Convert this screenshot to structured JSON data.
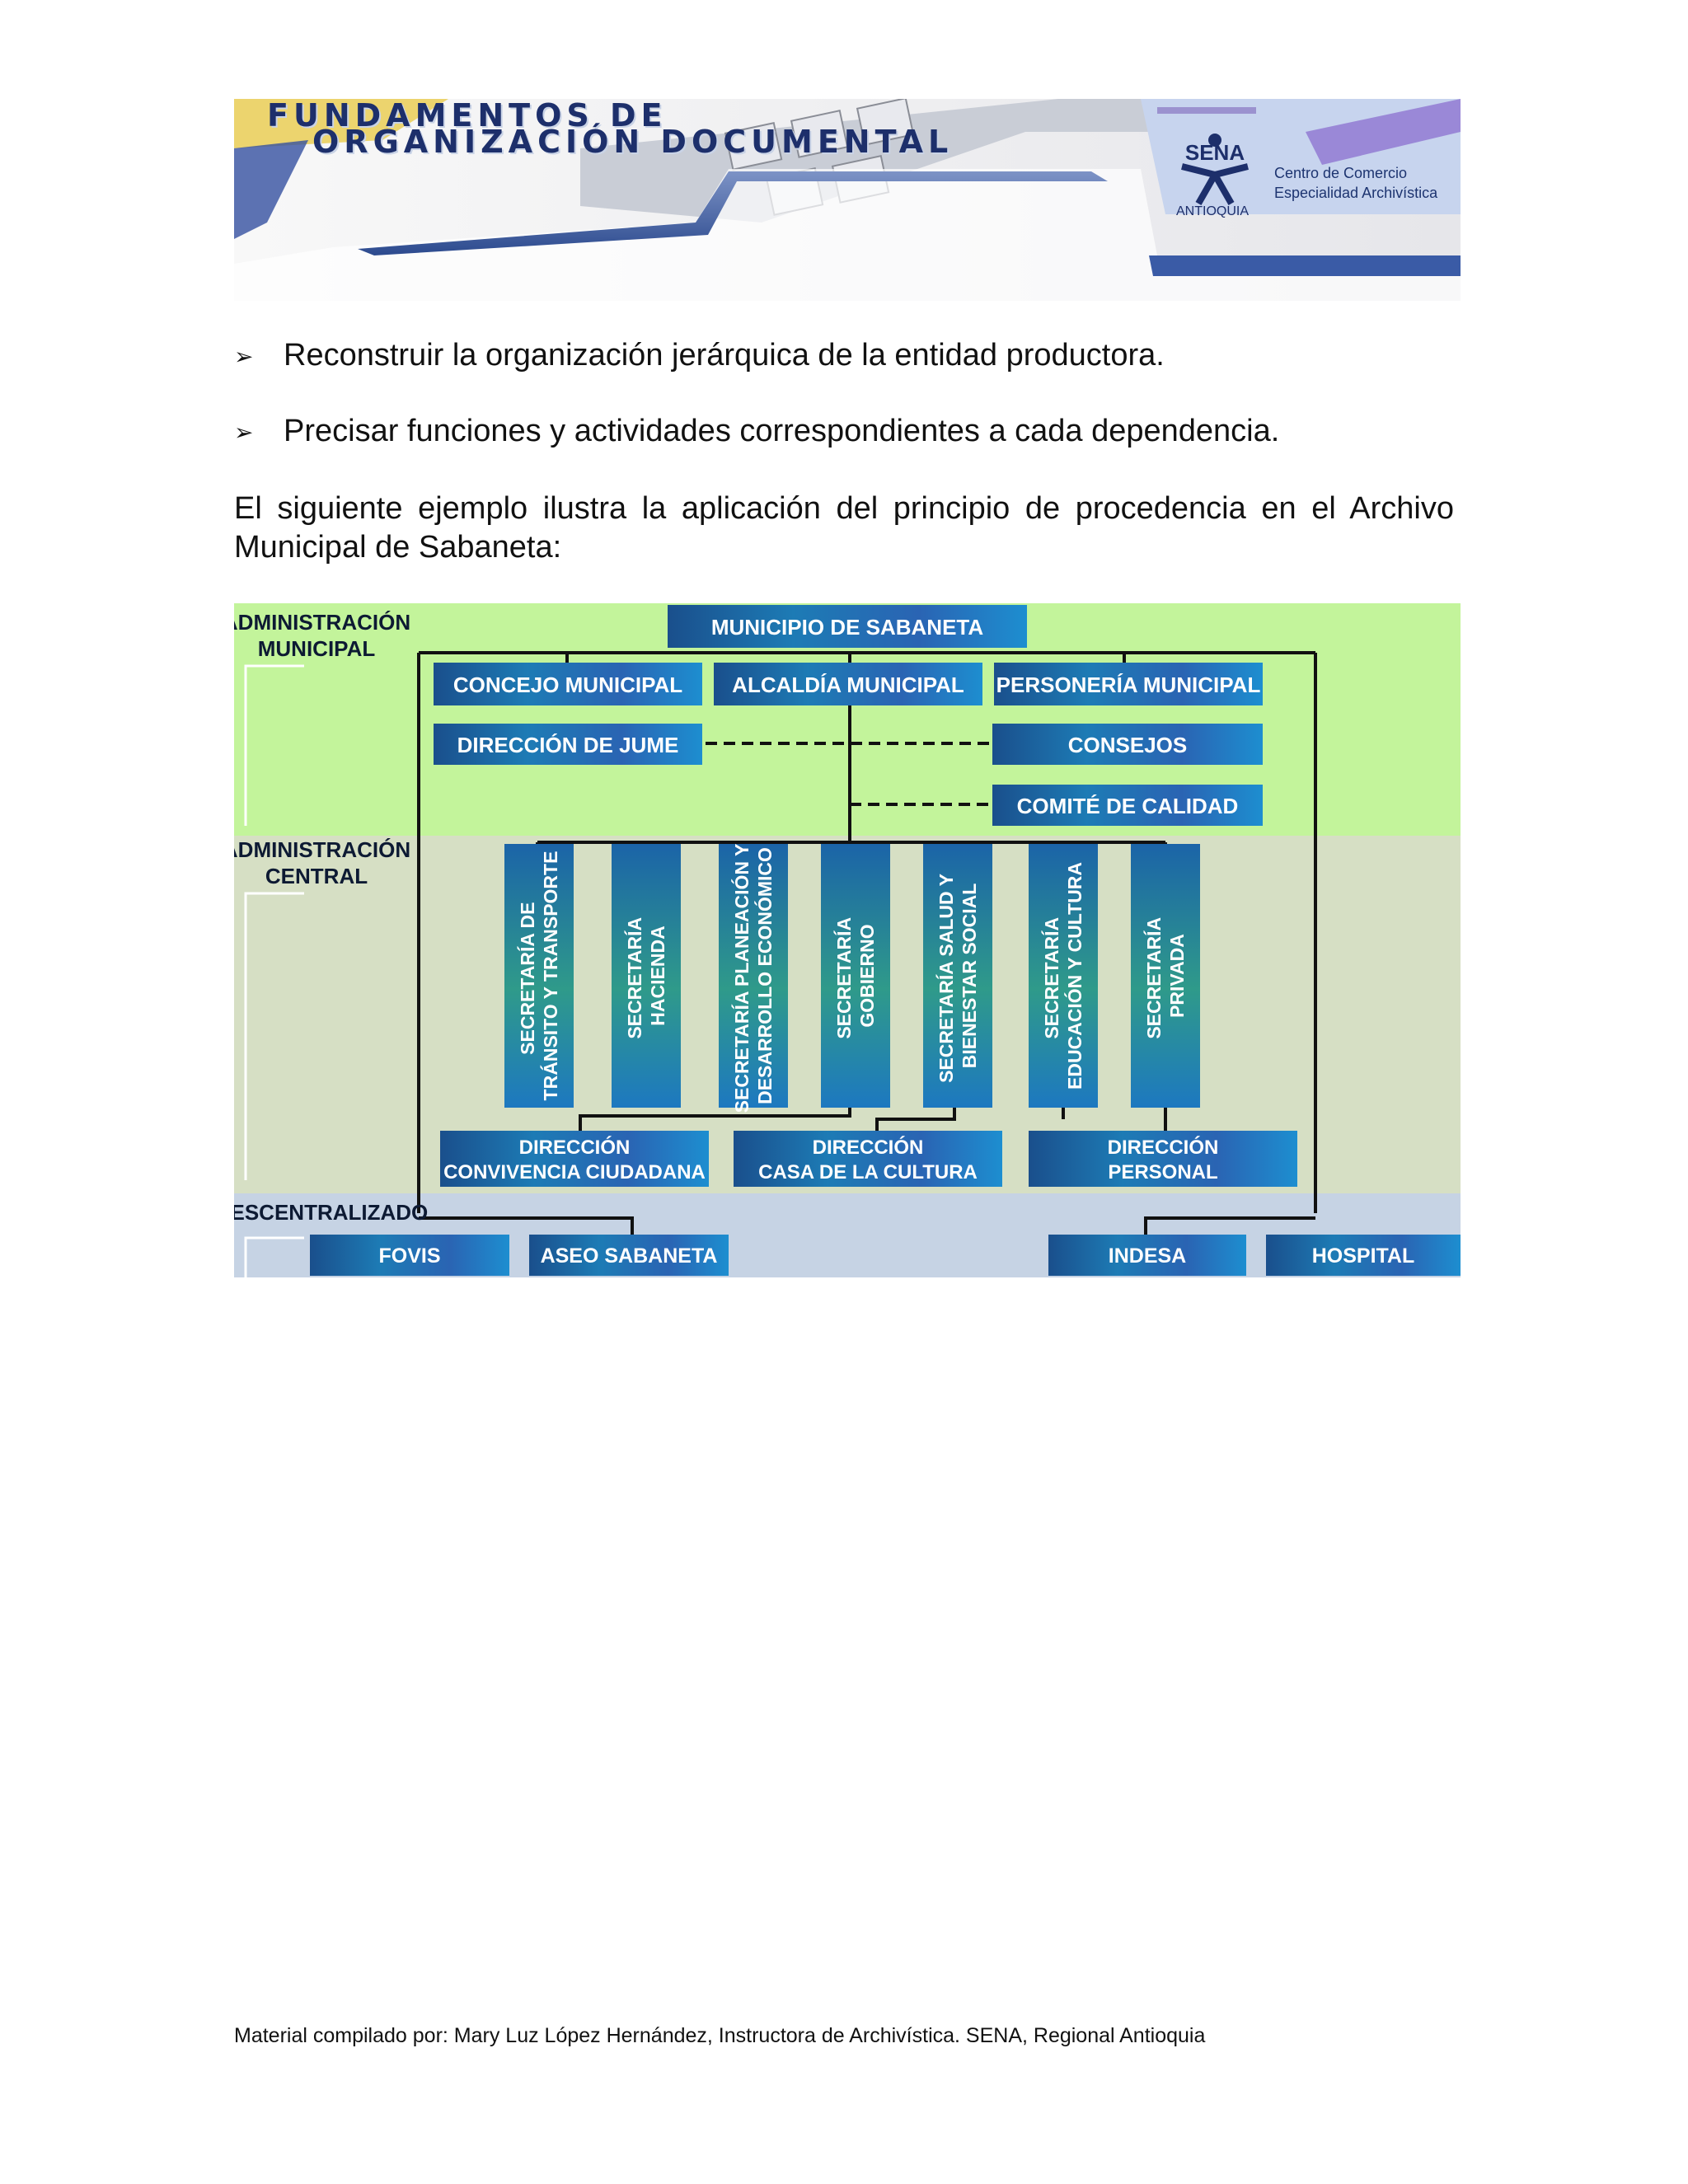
{
  "banner": {
    "title_line1": "FUNDAMENTOS DE",
    "title_line2": "ORGANIZACIÓN DOCUMENTAL",
    "logo_text": "SENA",
    "logo_region": "ANTIOQUIA",
    "center_line1": "Centro de Comercio",
    "center_line2": "Especialidad Archivística"
  },
  "bullets": [
    "Reconstruir la organización jerárquica de la entidad productora.",
    "Precisar funciones y actividades correspondientes a cada dependencia."
  ],
  "paragraph": "El siguiente ejemplo ilustra la aplicación del principio de procedencia en el Archivo Municipal de Sabaneta:",
  "org_chart": {
    "sections": {
      "municipal": "ADMINISTRACIÓN MUNICIPAL",
      "central": "ADMINISTRACIÓN CENTRAL",
      "decentralized": "DESCENTRALIZADO"
    },
    "root": "MUNICIPIO DE SABANETA",
    "level1": [
      "CONCEJO MUNICIPAL",
      "ALCALDÍA MUNICIPAL",
      "PERSONERÍA MUNICIPAL"
    ],
    "direccion_jume": "DIRECCIÓN DE JUME",
    "consejos": "CONSEJOS",
    "comite": "COMITÉ DE CALIDAD",
    "secretarias": [
      "SECRETARÍA DE TRÁNSITO Y TRANSPORTE",
      "SECRETARÍA HACIENDA",
      "SECRETARÍA PLANEACIÓN Y DESARROLLO ECONÓMICO",
      "SECRETARÍA GOBIERNO",
      "SECRETARÍA SALUD Y BIENESTAR SOCIAL",
      "SECRETARÍA EDUCACIÓN Y CULTURA",
      "SECRETARÍA PRIVADA"
    ],
    "direcciones": [
      "DIRECCIÓN CONVIVENCIA CIUDADANA",
      "DIRECCIÓN CASA DE LA CULTURA",
      "DIRECCIÓN PERSONAL"
    ],
    "descentralizadas": [
      "FOVIS",
      "ASEO SABANETA",
      "INDESA",
      "HOSPITAL"
    ]
  },
  "footer": "Material compilado por: Mary Luz López Hernández, Instructora de Archivística.  SENA, Regional Antioquia"
}
